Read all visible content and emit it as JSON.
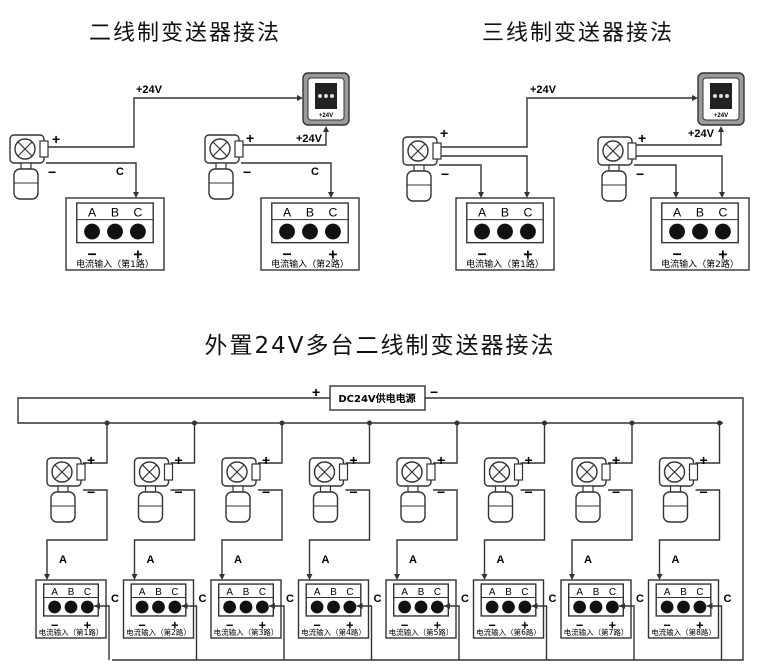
{
  "titles": {
    "two_wire": "二线制变送器接法",
    "three_wire": "三线制变送器接法",
    "external": "外置24V多台二线制变送器接法"
  },
  "labels": {
    "plus24": "+24V",
    "plus": "+",
    "minus": "−",
    "c": "C",
    "a": "A",
    "psu": "DC24V供电电源",
    "supply_plate": "+24V"
  },
  "terminal_letters": [
    "A",
    "B",
    "C"
  ],
  "top_channels": [
    "电流输入（第1路）",
    "电流输入（第2路）"
  ],
  "bottom_channels": [
    "电流输入（第1路）",
    "电流输入（第2路）",
    "电流输入（第3路）",
    "电流输入（第4路）",
    "电流输入（第5路）",
    "电流输入（第6路）",
    "电流输入（第7路）",
    "电流输入（第8路）"
  ]
}
